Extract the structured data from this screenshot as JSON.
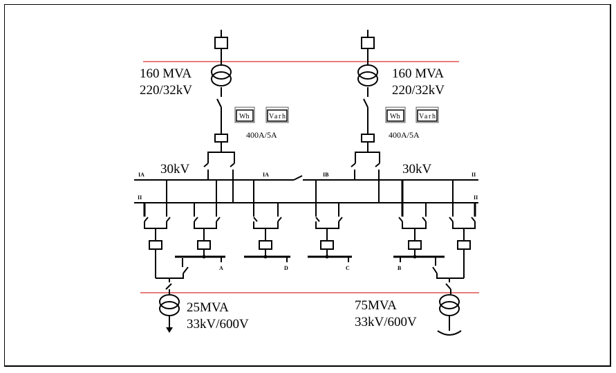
{
  "diagram": {
    "type": "single-line electrical substation diagram",
    "transformers_in": [
      {
        "rating": "160 MVA",
        "ratio": "220/32kV"
      },
      {
        "rating": "160 MVA",
        "ratio": "220/32kV"
      }
    ],
    "meters": [
      {
        "wh": "Wh",
        "varh": "Varh",
        "ct_ratio": "400A/5A"
      },
      {
        "wh": "Wh",
        "varh": "Varh",
        "ct_ratio": "400A/5A"
      }
    ],
    "bus_voltage_left": "30kV",
    "bus_voltage_right": "30kV",
    "bus_labels": {
      "ia_left": "IA",
      "ii_left": "II",
      "ia_mid": "IA",
      "ib_mid": "IB",
      "ii_right_top": "II",
      "ii_right_bottom": "II"
    },
    "feeder_labels": [
      "A",
      "D",
      "C",
      "B"
    ],
    "transformers_out": [
      {
        "rating": "25MVA",
        "ratio": "33kV/600V",
        "load": "arrow-load"
      },
      {
        "rating": "75MVA",
        "ratio": "33kV/600V",
        "load": "ground"
      }
    ]
  }
}
